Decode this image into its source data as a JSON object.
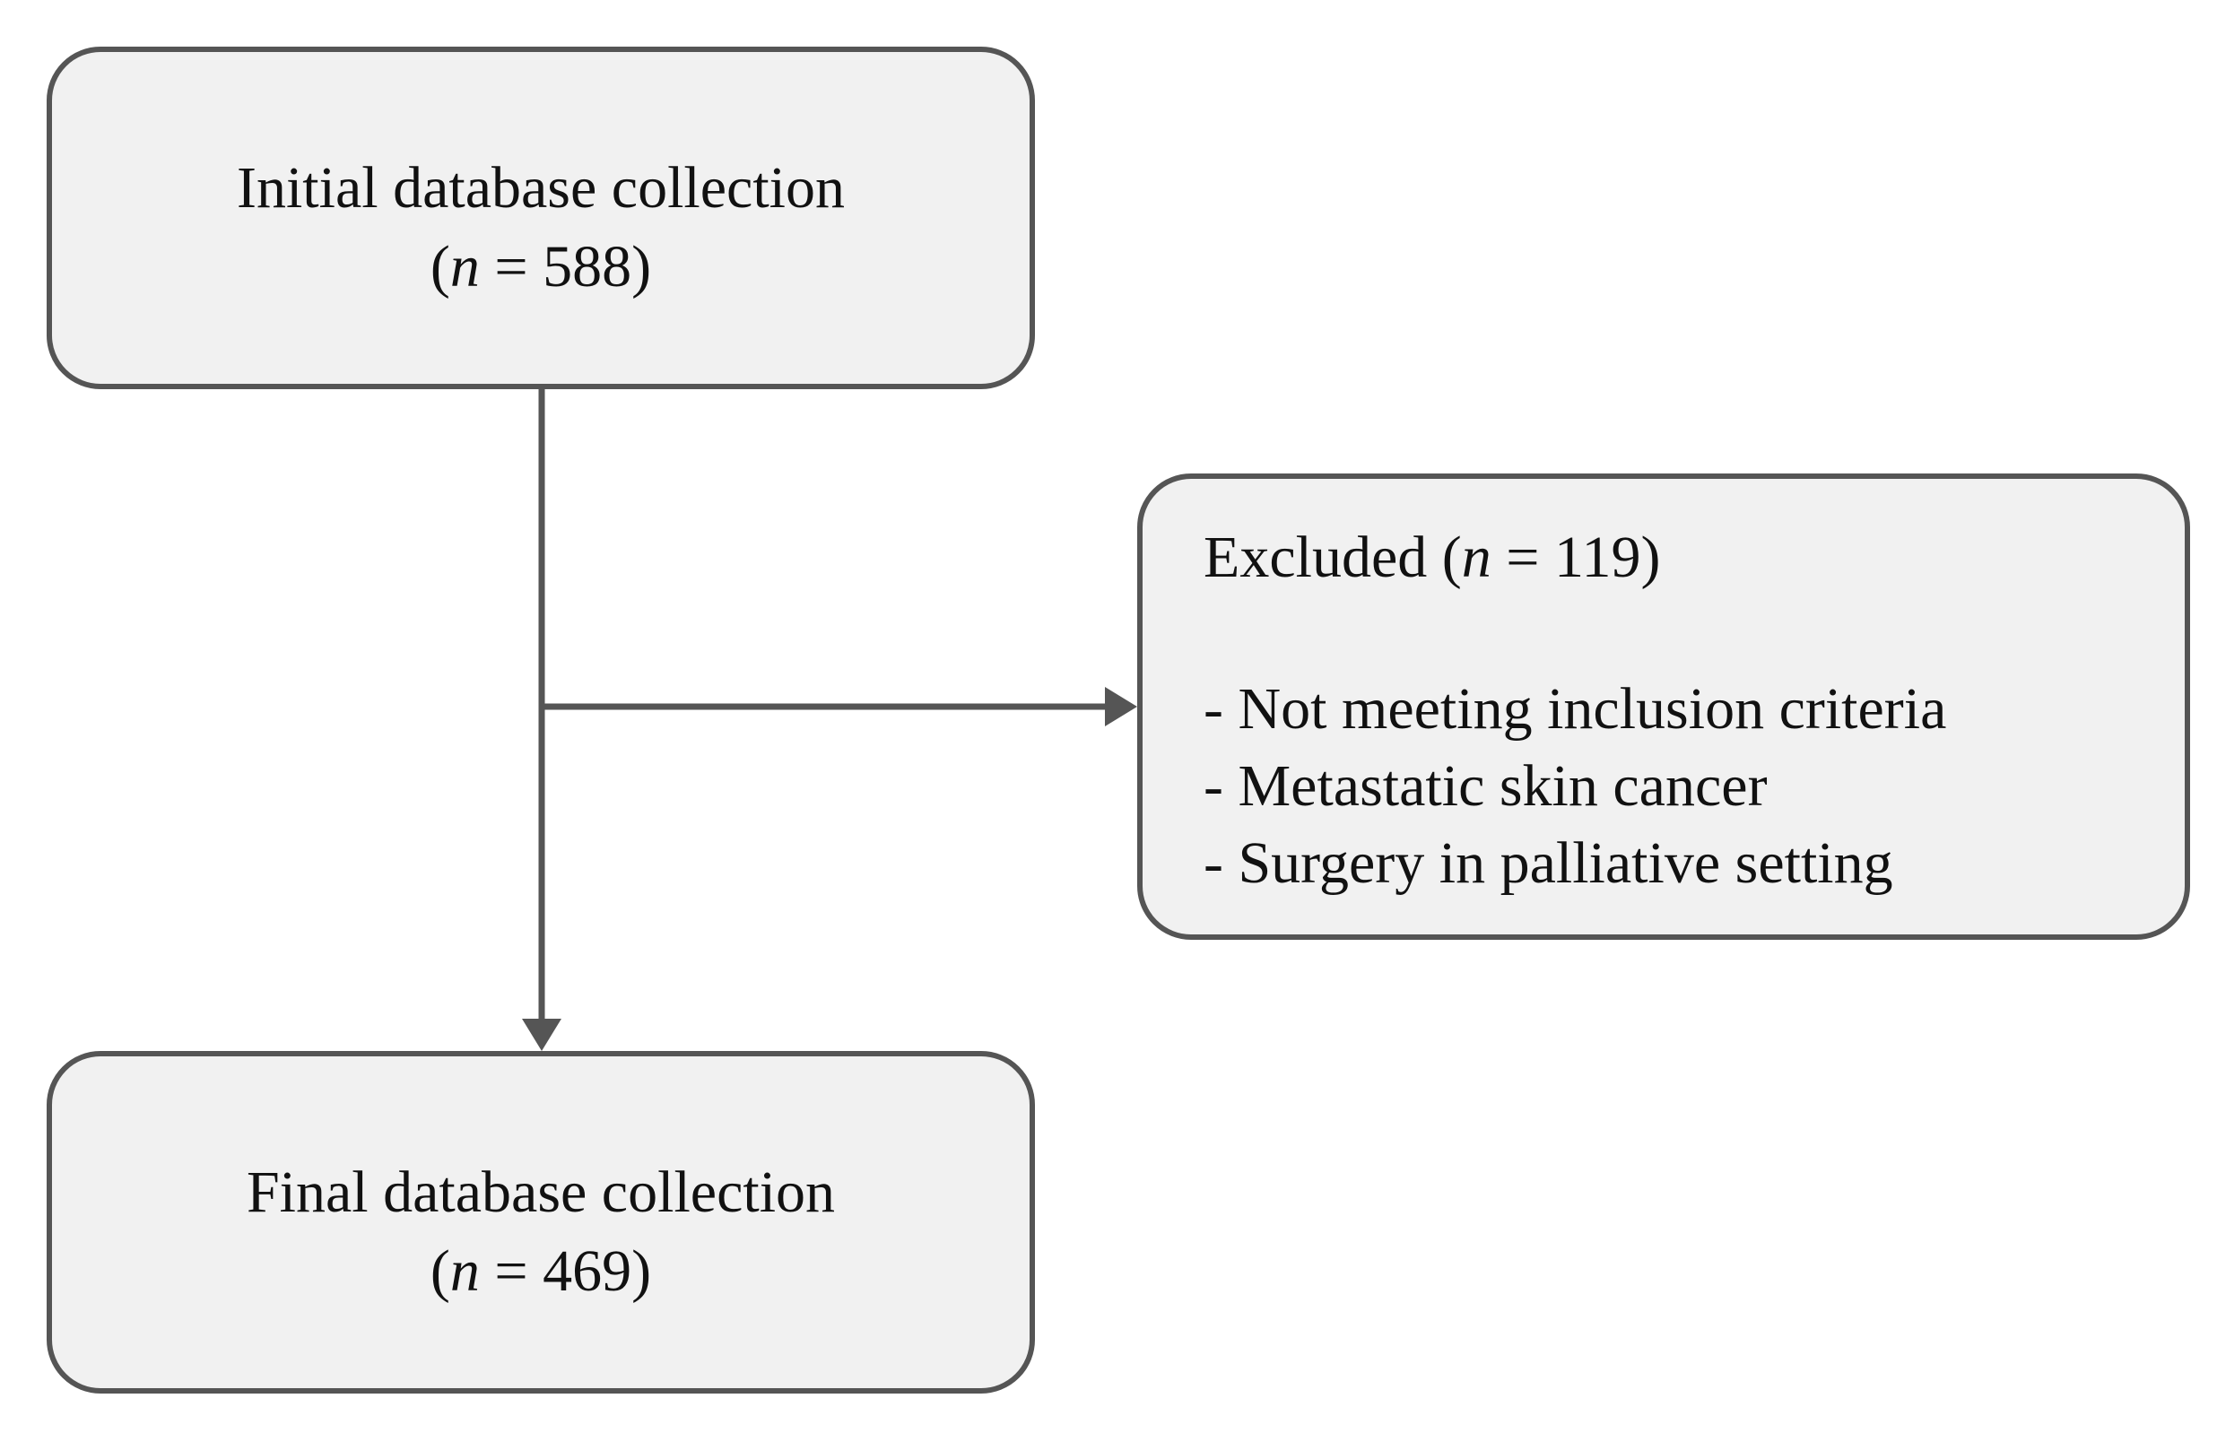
{
  "initial": {
    "label": "Initial database collection",
    "n_open": "(",
    "n_var": "n",
    "n_rest": " = 588)"
  },
  "excluded": {
    "label": "Excluded (",
    "n_var": "n",
    "n_rest": " = 119)",
    "reasons": [
      "- Not meeting inclusion criteria",
      "- Metastatic skin cancer",
      "- Surgery in palliative setting"
    ]
  },
  "final": {
    "label": "Final database collection",
    "n_open": "(",
    "n_var": "n",
    "n_rest": " = 469)"
  },
  "colors": {
    "box_fill": "#f1f1f1",
    "box_border": "#555555",
    "arrow": "#555555"
  }
}
